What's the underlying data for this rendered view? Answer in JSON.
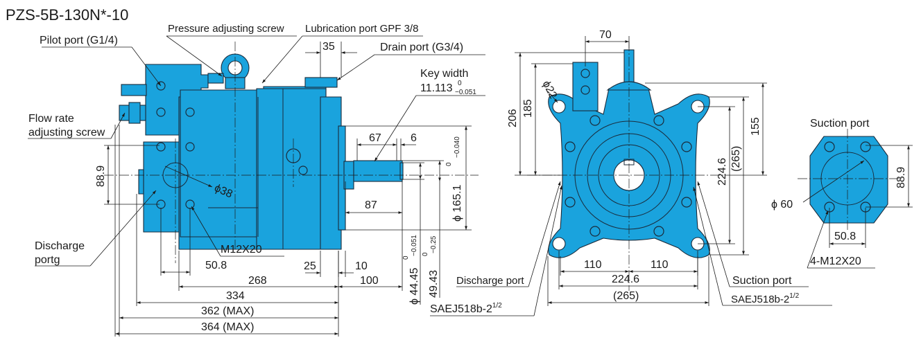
{
  "title": "PZS-5B-130N*-10",
  "colors": {
    "body": "#1aa3dd",
    "outline": "#1a2a3a",
    "text": "#1a1a1a",
    "background": "#ffffff"
  },
  "side_view": {
    "labels": {
      "pilot_port": "Pilot port (G1/4)",
      "pressure_adjusting_screw": "Pressure adjusting screw",
      "lubrication_port": "Lubrication port GPF 3/8",
      "drain_port": "Drain port (G3/4)",
      "key_width": "Key width",
      "key_value": "11.113",
      "key_tol_upper": "0",
      "key_tol_lower": "−0.051",
      "flow_rate_line1": "Flow rate",
      "flow_rate_line2": "adjusting screw",
      "discharge_line1": "Discharge",
      "discharge_line2": "portg",
      "m12": "M12X20",
      "phi38": "ϕ38"
    },
    "dims": {
      "d35": "35",
      "d67": "67",
      "d6": "6",
      "d87": "87",
      "d889": "88.9",
      "d508": "50.8",
      "d25": "25",
      "d10": "10",
      "d268": "268",
      "d100": "100",
      "d334": "334",
      "d362": "362 (MAX)",
      "d364": "364 (MAX)",
      "phi1651": "ϕ 165.1",
      "phi1651_tol_upper": "0",
      "phi1651_tol_lower": "−0.040",
      "phi4445": "ϕ 44.45",
      "phi4445_tol_upper": "0",
      "phi4445_tol_lower": "−0.051",
      "d4943": "49.43",
      "d4943_tol_upper": "0",
      "d4943_tol_lower": "−0.25"
    }
  },
  "front_view": {
    "dims": {
      "d70": "70",
      "d206": "206",
      "d185": "185",
      "phi22": "ϕ22",
      "d2246v": "224.6",
      "d265v": "(265)",
      "d155": "155",
      "d110a": "110",
      "d110b": "110",
      "d2246h": "224.6",
      "d265h": "(265)"
    },
    "labels": {
      "discharge_port": "Discharge port",
      "suction_port": "Suction port",
      "sae_left": "SAEJ518b-2",
      "sae_right": "SAEJ518b-2",
      "sae_sup": "1/2"
    }
  },
  "suction_view": {
    "labels": {
      "title": "Suction port",
      "phi60": "ϕ 60",
      "m12": "4-M12X20"
    },
    "dims": {
      "d889": "88.9",
      "d508": "50.8"
    }
  }
}
